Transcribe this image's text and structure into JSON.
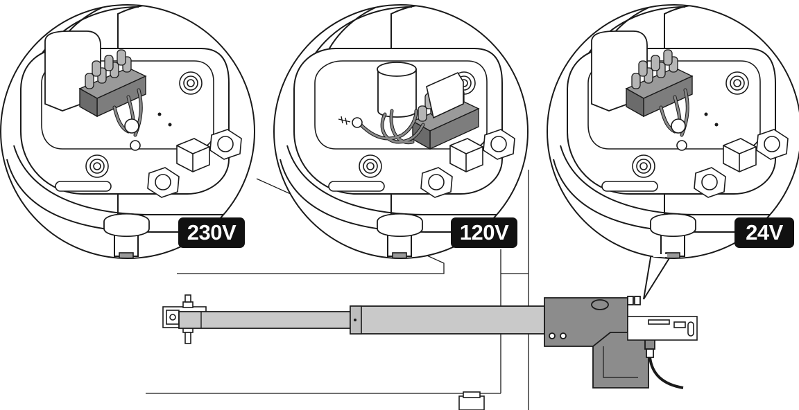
{
  "panels": [
    {
      "id": "230v",
      "voltage_label": "230V",
      "variant": "terminal-block"
    },
    {
      "id": "120v",
      "voltage_label": "120V",
      "variant": "capacitor-terminal-block"
    },
    {
      "id": "24v",
      "voltage_label": "24V",
      "variant": "terminal-block"
    }
  ],
  "colors": {
    "outline": "#1a1a1a",
    "actuator_body": "#8c8c8c",
    "actuator_rod": "#c9c9c9",
    "wire": "#7a7a7a",
    "badge_bg": "#111111",
    "badge_text": "#ffffff"
  }
}
